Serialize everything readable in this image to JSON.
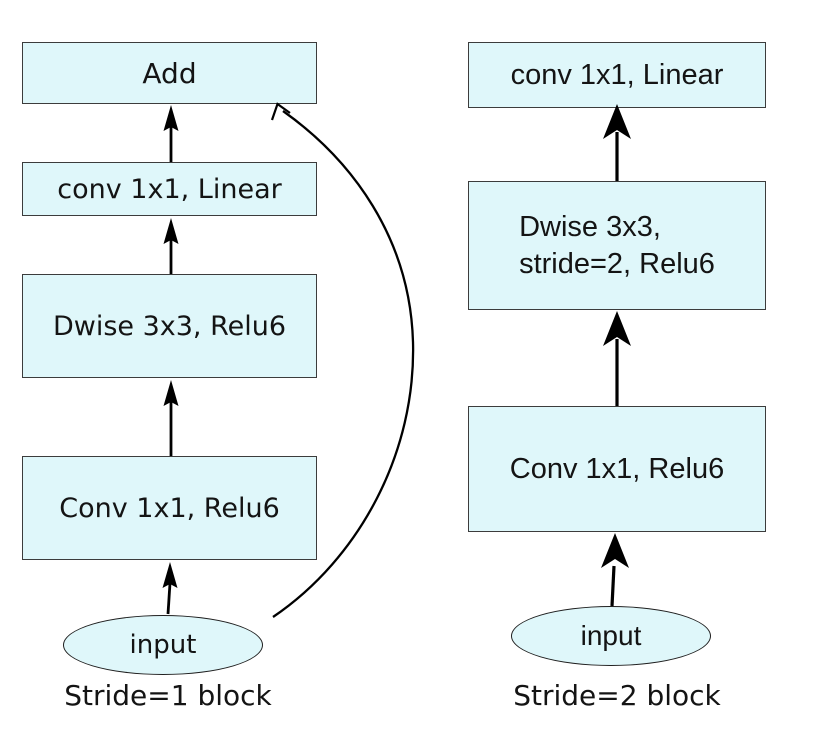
{
  "colors": {
    "background": "#ffffff",
    "node_fill": "#dff7fa",
    "node_border": "#3c3c3c",
    "edge": "#000000",
    "text": "#141414"
  },
  "stride1_block": {
    "caption": "Stride=1 block",
    "nodes": {
      "add": {
        "label": "Add"
      },
      "conv_linear": {
        "label": "conv 1x1, Linear"
      },
      "dwise": {
        "label": "Dwise 3x3, Relu6"
      },
      "conv_relu": {
        "label": "Conv 1x1, Relu6"
      },
      "input": {
        "label": "input"
      }
    }
  },
  "stride2_block": {
    "caption": "Stride=2 block",
    "nodes": {
      "conv_linear": {
        "label": "conv 1x1, Linear"
      },
      "dwise": {
        "label": "Dwise 3x3,\nstride=2, Relu6"
      },
      "conv_relu": {
        "label": "Conv 1x1, Relu6"
      },
      "input": {
        "label": "input"
      }
    }
  }
}
